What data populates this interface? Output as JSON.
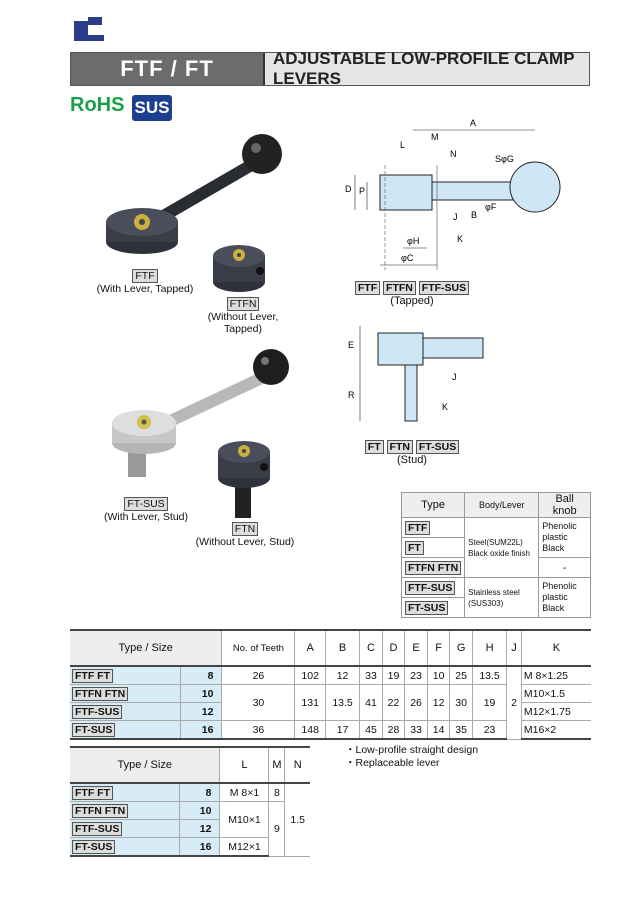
{
  "header": {
    "title_left": "FTF / FT",
    "title_right": "ADJUSTABLE LOW-PROFILE CLAMP LEVERS"
  },
  "badges": {
    "rohs": "RoHS",
    "sus": "SUS"
  },
  "products": [
    {
      "code": "FTF",
      "caption": "(With Lever, Tapped)"
    },
    {
      "code": "FTFN",
      "caption": "(Without Lever, Tapped)"
    },
    {
      "code": "FT-SUS",
      "caption": "(With Lever, Stud)"
    },
    {
      "code": "FTN",
      "caption": "(Without Lever, Stud)"
    }
  ],
  "drawings": {
    "tapped_tags": [
      "FTF",
      "FTFN",
      "FTF-SUS"
    ],
    "tapped_label": "(Tapped)",
    "stud_tags": [
      "FT",
      "FTN",
      "FT-SUS"
    ],
    "stud_label": "(Stud)",
    "dims_top": [
      "A",
      "M",
      "N",
      "L",
      "SφG",
      "D",
      "P",
      "J",
      "B",
      "φF",
      "φH",
      "φC",
      "K"
    ],
    "dims_stud": [
      "E",
      "R",
      "J",
      "K"
    ]
  },
  "material_table": {
    "headers": [
      "Type",
      "Body/Lever",
      "Ball knob"
    ],
    "rows": [
      {
        "types": [
          "FTF",
          "FT",
          "FTFN FTN"
        ],
        "body": "Steel(SUM22L) Black oxide finish",
        "knob1": "Phenolic plastic Black",
        "knob2": "-"
      },
      {
        "types": [
          "FTF-SUS",
          "FT-SUS"
        ],
        "body": "Stainless steel (SUS303)",
        "knob": "Phenolic plastic Black"
      }
    ]
  },
  "spec_table": {
    "headers": [
      "Type / Size",
      "No. of Teeth",
      "A",
      "B",
      "C",
      "D",
      "E",
      "F",
      "G",
      "H",
      "J",
      "K"
    ],
    "rows": [
      {
        "type": "FTF FT",
        "size": "8",
        "teeth": "26",
        "A": "102",
        "B": "12",
        "C": "33",
        "D": "19",
        "E": "23",
        "F": "10",
        "G": "25",
        "H": "13.5",
        "K": "M 8×1.25"
      },
      {
        "type": "FTFN FTN",
        "size": "10",
        "teeth": "30",
        "A": "131",
        "B": "13.5",
        "C": "41",
        "D": "22",
        "E": "26",
        "F": "12",
        "G": "30",
        "H": "19",
        "K": "M10×1.5"
      },
      {
        "type": "FTF-SUS",
        "size": "12",
        "K": "M12×1.75"
      },
      {
        "type": "FT-SUS",
        "size": "16",
        "teeth": "36",
        "A": "148",
        "B": "17",
        "C": "45",
        "D": "28",
        "E": "33",
        "F": "14",
        "G": "35",
        "H": "23",
        "K": "M16×2"
      }
    ],
    "J": "2"
  },
  "lmn_table": {
    "headers": [
      "Type / Size",
      "L",
      "M",
      "N"
    ],
    "rows": [
      {
        "type": "FTF FT",
        "size": "8",
        "L": "M 8×1",
        "M": "8"
      },
      {
        "type": "FTFN FTN",
        "size": "10",
        "L": "M10×1"
      },
      {
        "type": "FTF-SUS",
        "size": "12"
      },
      {
        "type": "FT-SUS",
        "size": "16",
        "L": "M12×1"
      }
    ],
    "M_merged": "9",
    "N": "1.5"
  },
  "notes": [
    "・Low-profile straight design",
    "・Replaceable lever"
  ]
}
